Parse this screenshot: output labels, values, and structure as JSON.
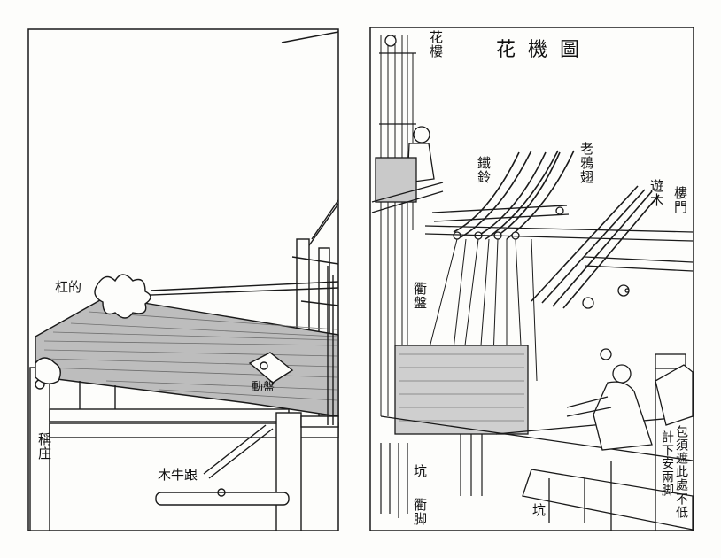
{
  "title": "花機圖",
  "left_panel": {
    "labels": {
      "gang_de": "杠的",
      "chen_ya": "稱庄",
      "mu_niu_gen": "木牛跟",
      "dong_pan": "動盤"
    }
  },
  "right_panel": {
    "labels": {
      "hua_lou": "花樓",
      "lao_ya_chi": "老鴉翅",
      "tie_ling": "鐵鈴",
      "yan_mu": "遊木",
      "lou_men": "樓門",
      "qu_pan": "衢盤",
      "keng_left": "坑",
      "keng_right": "坑",
      "qu_jiao": "衢脚",
      "note_col1": "包須遮此處",
      "note_col2": "不低",
      "note_col3": "計下安兩脚"
    }
  },
  "colors": {
    "ink": "#1a1a1a",
    "paper": "#fdfdfb"
  }
}
